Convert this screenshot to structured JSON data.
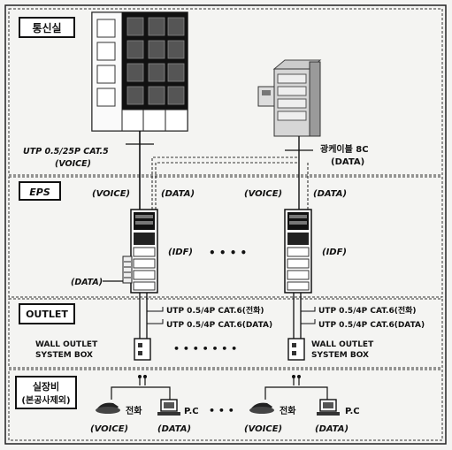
{
  "sections": {
    "comm_room": "통신실",
    "eps": "EPS",
    "outlet": "OUTLET",
    "equipment_line1": "실장비",
    "equipment_line2": "(본공사제외)"
  },
  "cable_labels": {
    "utp_voice_main": "UTP 0.5/25P CAT.5",
    "voice_main": "(VOICE)",
    "fiber": "광케이블 8C",
    "data_main": "(DATA)"
  },
  "eps_labels": {
    "voice_left": "(VOICE)",
    "data_left": "(DATA)",
    "voice_right": "(VOICE)",
    "data_right": "(DATA)",
    "idf_left": "(IDF)",
    "idf_right": "(IDF)",
    "dots": "• • • •",
    "data_side": "(DATA)"
  },
  "outlet_labels": {
    "utp_voice_left": "UTP 0.5/4P CAT.6(전화)",
    "utp_data_left": "UTP 0.5/4P CAT.6(DATA)",
    "utp_voice_right": "UTP 0.5/4P CAT.6(전화)",
    "utp_data_right": "UTP 0.5/4P CAT.6(DATA)",
    "wall_outlet_left_1": "WALL OUTLET",
    "wall_outlet_left_2": "SYSTEM BOX",
    "wall_outlet_right_1": "WALL OUTLET",
    "wall_outlet_right_2": "SYSTEM BOX",
    "dots": "• • • • • • •"
  },
  "equipment_labels": {
    "phone_left": "전화",
    "pc_left": "P.C",
    "voice_left": "(VOICE)",
    "data_left": "(DATA)",
    "phone_right": "전화",
    "pc_right": "P.C",
    "voice_right": "(VOICE)",
    "data_right": "(DATA)",
    "dots": "• • •"
  }
}
